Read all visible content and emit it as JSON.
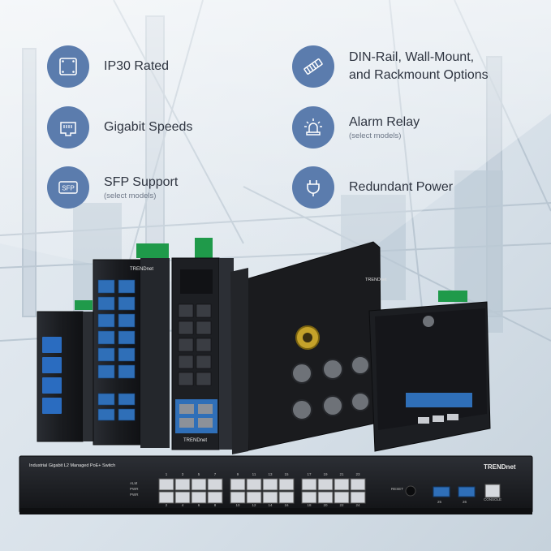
{
  "features": [
    {
      "id": "ip30",
      "label": "IP30 Rated",
      "sub": "",
      "icon": "square-box-icon"
    },
    {
      "id": "din",
      "label": "DIN-Rail, Wall-Mount,",
      "label2": "and Rackmount Options",
      "sub": "",
      "icon": "din-rail-icon"
    },
    {
      "id": "gigabit",
      "label": "Gigabit Speeds",
      "sub": "",
      "icon": "ethernet-port-icon"
    },
    {
      "id": "alarm",
      "label": "Alarm Relay",
      "sub": "(select models)",
      "icon": "alarm-beacon-icon"
    },
    {
      "id": "sfp",
      "label": "SFP Support",
      "sub": "(select models)",
      "icon": "sfp-module-icon",
      "icon_text": "SFP"
    },
    {
      "id": "power",
      "label": "Redundant Power",
      "sub": "",
      "icon": "power-plug-icon"
    }
  ],
  "brand": "TRENDnet",
  "rack_switch_title": "Industrial Gigabit L2 Managed PoE+ Switch",
  "rack_port_numbers_top": [
    "1",
    "3",
    "5",
    "7",
    "9",
    "11",
    "13",
    "15",
    "17",
    "19",
    "21",
    "23"
  ],
  "rack_port_numbers_bottom": [
    "2",
    "4",
    "6",
    "8",
    "10",
    "12",
    "14",
    "16",
    "18",
    "20",
    "22",
    "24"
  ],
  "rack_leds": [
    "ALM",
    "PWR",
    "PWR"
  ],
  "rack_labels": {
    "reset": "RESET",
    "console": "CONSOLE",
    "sfp1": "25",
    "sfp2": "26"
  },
  "colors": {
    "accent": "#5b7cad",
    "text": "#2e3440",
    "sub": "#6c7686",
    "switch_body": "#1c1e22",
    "port_blue": "#2f6fb8"
  }
}
